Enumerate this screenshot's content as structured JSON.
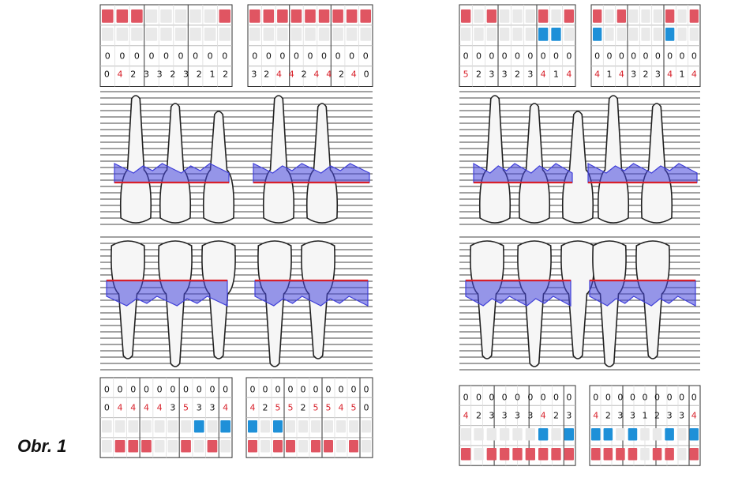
{
  "caption": "Obr. 1",
  "colors": {
    "bleeding": "#e05562",
    "plaque": "#1e90d8",
    "empty": "#e9e9e9",
    "probing": "#4040d8",
    "gingival_line": "#d8202a",
    "red_digit": "#d8202a",
    "black_digit": "#111111"
  },
  "panels": [
    {
      "id": "left",
      "upper": {
        "bleeding_rows": [
          [
            "1",
            "1",
            "1",
            "0",
            "0",
            "0",
            "0",
            "0",
            "1"
          ],
          [
            "0",
            "0",
            "0",
            "0",
            "0",
            "0",
            "0",
            "0",
            "0"
          ]
        ],
        "bleeding_rows_right": [
          [
            "1",
            "1",
            "1",
            "1",
            "1",
            "1",
            "1",
            "1",
            "1"
          ],
          [
            "0",
            "0",
            "0",
            "0",
            "0",
            "0",
            "0",
            "0",
            "0"
          ]
        ],
        "recession": [
          "0",
          "0",
          "0",
          "0",
          "0",
          "0",
          "0",
          "0",
          "0"
        ],
        "recession_right": [
          "0",
          "0",
          "0",
          "0",
          "0",
          "0",
          "0",
          "0",
          "0"
        ],
        "pocket": [
          "0",
          "4",
          "2",
          "3",
          "3",
          "2",
          "3",
          "2",
          "1",
          "2"
        ],
        "pocket_right": [
          "3",
          "2",
          "4",
          "4",
          "2",
          "4",
          "4",
          "2",
          "4",
          "0"
        ]
      },
      "lower": {
        "recession": [
          "0",
          "0",
          "0",
          "0",
          "0",
          "0",
          "0",
          "0",
          "0",
          "0"
        ],
        "recession_right": [
          "0",
          "0",
          "0",
          "0",
          "0",
          "0",
          "0",
          "0",
          "0",
          "0"
        ],
        "pocket": [
          "0",
          "4",
          "4",
          "4",
          "4",
          "3",
          "5",
          "3",
          "3",
          "4"
        ],
        "pocket_right": [
          "4",
          "2",
          "5",
          "5",
          "2",
          "5",
          "5",
          "4",
          "5",
          "0"
        ],
        "plaque_row": [
          "0",
          "0",
          "0",
          "0",
          "0",
          "0",
          "0",
          "1",
          "0",
          "1"
        ],
        "plaque_row_right": [
          "1",
          "0",
          "1",
          "0",
          "0",
          "0",
          "0",
          "0",
          "0",
          "0"
        ],
        "bleeding_row": [
          "0",
          "1",
          "1",
          "1",
          "0",
          "0",
          "1",
          "0",
          "1",
          "0"
        ],
        "bleeding_row_right": [
          "1",
          "0",
          "1",
          "1",
          "0",
          "1",
          "1",
          "0",
          "1",
          "0"
        ]
      }
    },
    {
      "id": "right",
      "upper": {
        "bleeding_rows": [
          [
            "1",
            "0",
            "1",
            "0",
            "0",
            "0",
            "1",
            "0",
            "1"
          ],
          [
            "0",
            "0",
            "0",
            "0",
            "0",
            "0",
            "1",
            "1",
            "0"
          ]
        ],
        "bleeding_rows_right": [
          [
            "1",
            "0",
            "1",
            "0",
            "0",
            "0",
            "1",
            "0",
            "1"
          ],
          [
            "1",
            "0",
            "0",
            "0",
            "0",
            "0",
            "1",
            "0",
            "0"
          ]
        ],
        "recession": [
          "0",
          "0",
          "0",
          "0",
          "0",
          "0",
          "0",
          "0",
          "0"
        ],
        "recession_right": [
          "0",
          "0",
          "0",
          "0",
          "0",
          "0",
          "0",
          "0",
          "0"
        ],
        "pocket": [
          "5",
          "2",
          "3",
          "3",
          "2",
          "3",
          "4",
          "1",
          "4"
        ],
        "pocket_right": [
          "4",
          "1",
          "4",
          "3",
          "2",
          "3",
          "4",
          "1",
          "4"
        ]
      },
      "lower": {
        "recession": [
          "0",
          "0",
          "0",
          "0",
          "0",
          "0",
          "0",
          "0",
          "0"
        ],
        "recession_right": [
          "0",
          "0",
          "0",
          "0",
          "0",
          "0",
          "0",
          "0",
          "0"
        ],
        "pocket": [
          "4",
          "2",
          "3",
          "3",
          "3",
          "3",
          "4",
          "2",
          "3"
        ],
        "pocket_right": [
          "4",
          "2",
          "3",
          "3",
          "1",
          "2",
          "3",
          "3",
          "4"
        ],
        "plaque_row": [
          "0",
          "0",
          "0",
          "0",
          "0",
          "0",
          "1",
          "0",
          "1"
        ],
        "plaque_row_right": [
          "1",
          "1",
          "0",
          "1",
          "0",
          "0",
          "1",
          "0",
          "1"
        ],
        "bleeding_row": [
          "1",
          "0",
          "1",
          "1",
          "1",
          "1",
          "1",
          "1",
          "1"
        ],
        "bleeding_row_right": [
          "1",
          "1",
          "1",
          "1",
          "0",
          "1",
          "1",
          "0",
          "1"
        ]
      }
    }
  ]
}
